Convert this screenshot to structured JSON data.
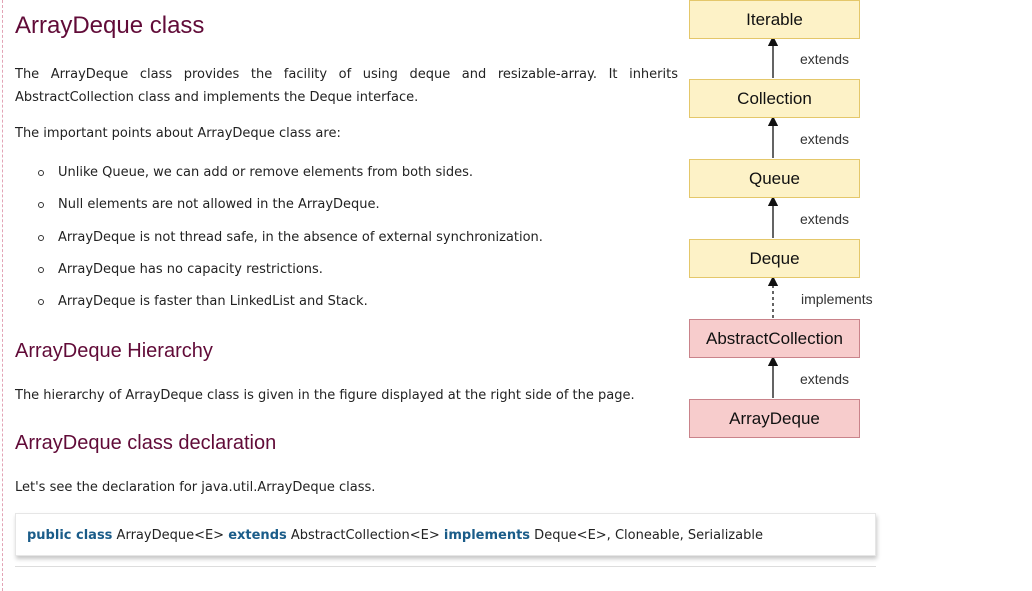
{
  "heading": "ArrayDeque class",
  "intro": "The ArrayDeque class provides the facility of using deque and resizable-array. It inherits AbstractCollection class and implements the Deque interface.",
  "points_intro": "The important points about ArrayDeque class are:",
  "points": [
    "Unlike Queue, we can add or remove elements from both sides.",
    "Null elements are not allowed in the ArrayDeque.",
    "ArrayDeque is not thread safe, in the absence of external synchronization.",
    "ArrayDeque has no capacity restrictions.",
    "ArrayDeque is faster than LinkedList and Stack."
  ],
  "hierarchy": {
    "heading": "ArrayDeque Hierarchy",
    "text": "The hierarchy of ArrayDeque class is given in the figure displayed at the right side of the page."
  },
  "declaration": {
    "heading": "ArrayDeque class declaration",
    "text": "Let's see the declaration for java.util.ArrayDeque class.",
    "code": {
      "kw1": "public class",
      "part1": " ArrayDeque<E> ",
      "kw2": "extends",
      "part2": " AbstractCollection<E> ",
      "kw3": "implements",
      "part3": " Deque<E>, Cloneable, Serializable"
    }
  },
  "diagram": {
    "nodes": [
      "Iterable",
      "Collection",
      "Queue",
      "Deque",
      "AbstractCollection",
      "ArrayDeque"
    ],
    "relations": [
      "extends",
      "extends",
      "extends",
      "implements",
      "extends"
    ],
    "colors": {
      "interface_fill": "#fdf2c7",
      "class_fill": "#f7cccc"
    }
  }
}
